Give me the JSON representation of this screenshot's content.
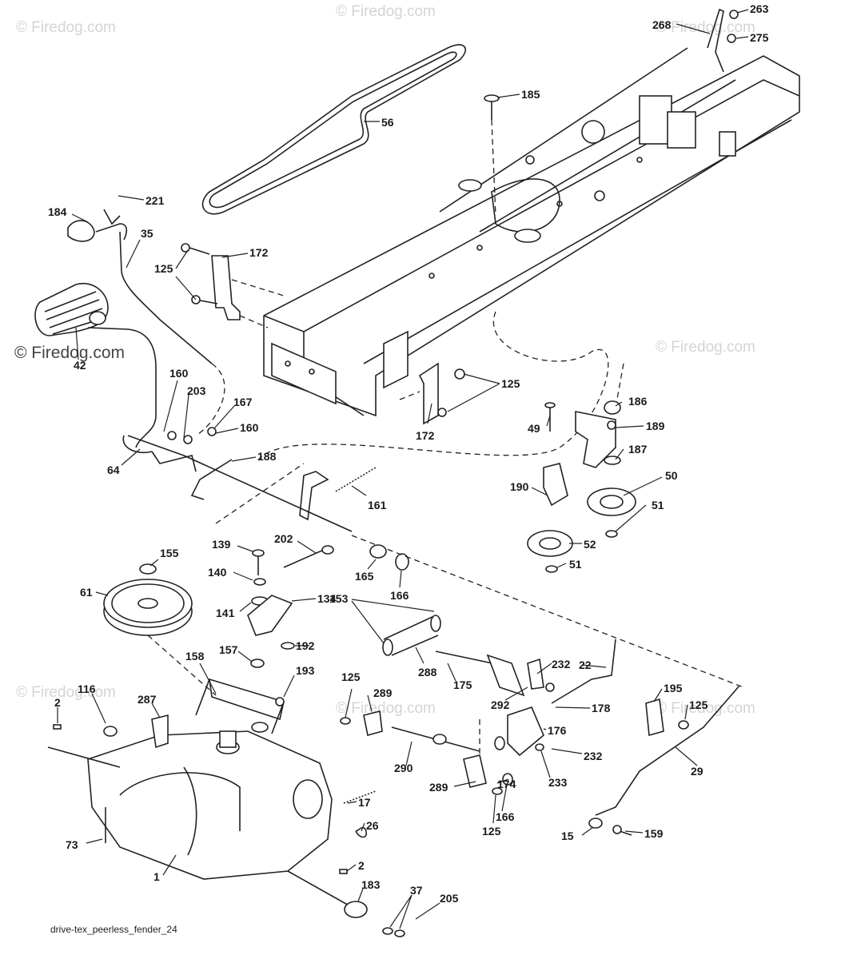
{
  "caption": "drive-tex_peerless_fender_24",
  "watermarks": [
    "© Firedog.com",
    "© Firedog.com",
    "© Firedog.com",
    "© Firedog.com",
    "© Firedog.com",
    "© Firedog.com",
    "© Firedog.com",
    "© Firedog.com"
  ],
  "labels": [
    "263",
    "268",
    "275",
    "185",
    "56",
    "221",
    "184",
    "35",
    "172",
    "125",
    "42",
    "160",
    "203",
    "167",
    "160",
    "64",
    "188",
    "161",
    "125",
    "172",
    "186",
    "189",
    "49",
    "187",
    "50",
    "190",
    "51",
    "52",
    "51",
    "139",
    "202",
    "155",
    "140",
    "165",
    "166",
    "61",
    "141",
    "134",
    "153",
    "192",
    "157",
    "22",
    "158",
    "193",
    "288",
    "232",
    "116",
    "289",
    "175",
    "195",
    "2",
    "287",
    "292",
    "178",
    "125",
    "125",
    "176",
    "232",
    "29",
    "290",
    "233",
    "17",
    "289",
    "174",
    "166",
    "26",
    "125",
    "73",
    "15",
    "159",
    "1",
    "2",
    "183",
    "37",
    "205"
  ],
  "colors": {
    "line": "#222222",
    "watermark": "#d4d4d4",
    "background": "#ffffff"
  }
}
